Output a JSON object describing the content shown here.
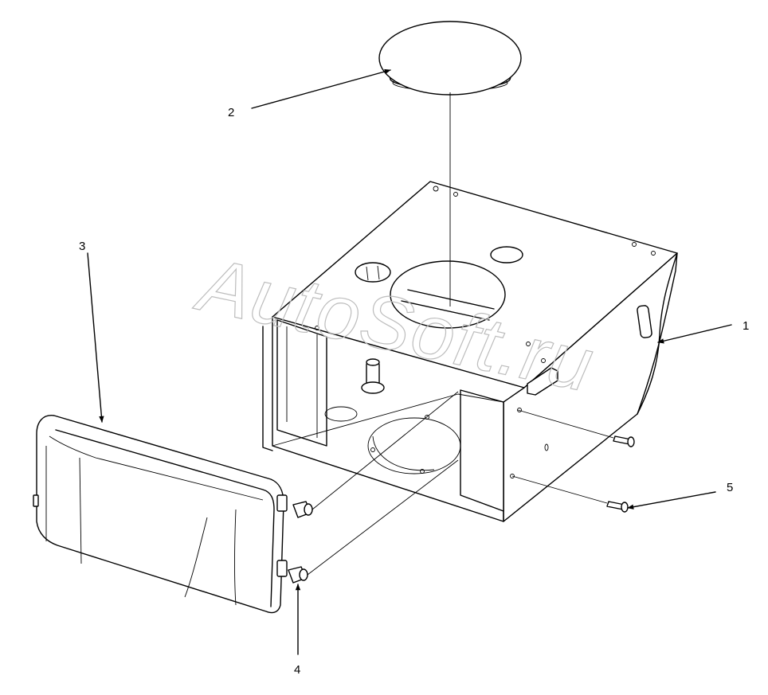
{
  "watermark": "AutoSoft.ru",
  "callouts": [
    {
      "id": "1",
      "label": "1"
    },
    {
      "id": "2",
      "label": "2"
    },
    {
      "id": "3",
      "label": "3"
    },
    {
      "id": "4",
      "label": "4"
    },
    {
      "id": "5",
      "label": "5"
    }
  ],
  "parts": [
    {
      "ref": "1",
      "icon": "housing-box-icon"
    },
    {
      "ref": "2",
      "icon": "round-cap-icon"
    },
    {
      "ref": "3",
      "icon": "headlamp-icon"
    },
    {
      "ref": "4",
      "icon": "spacer-bushing-icon"
    },
    {
      "ref": "5",
      "icon": "screw-icon"
    }
  ]
}
